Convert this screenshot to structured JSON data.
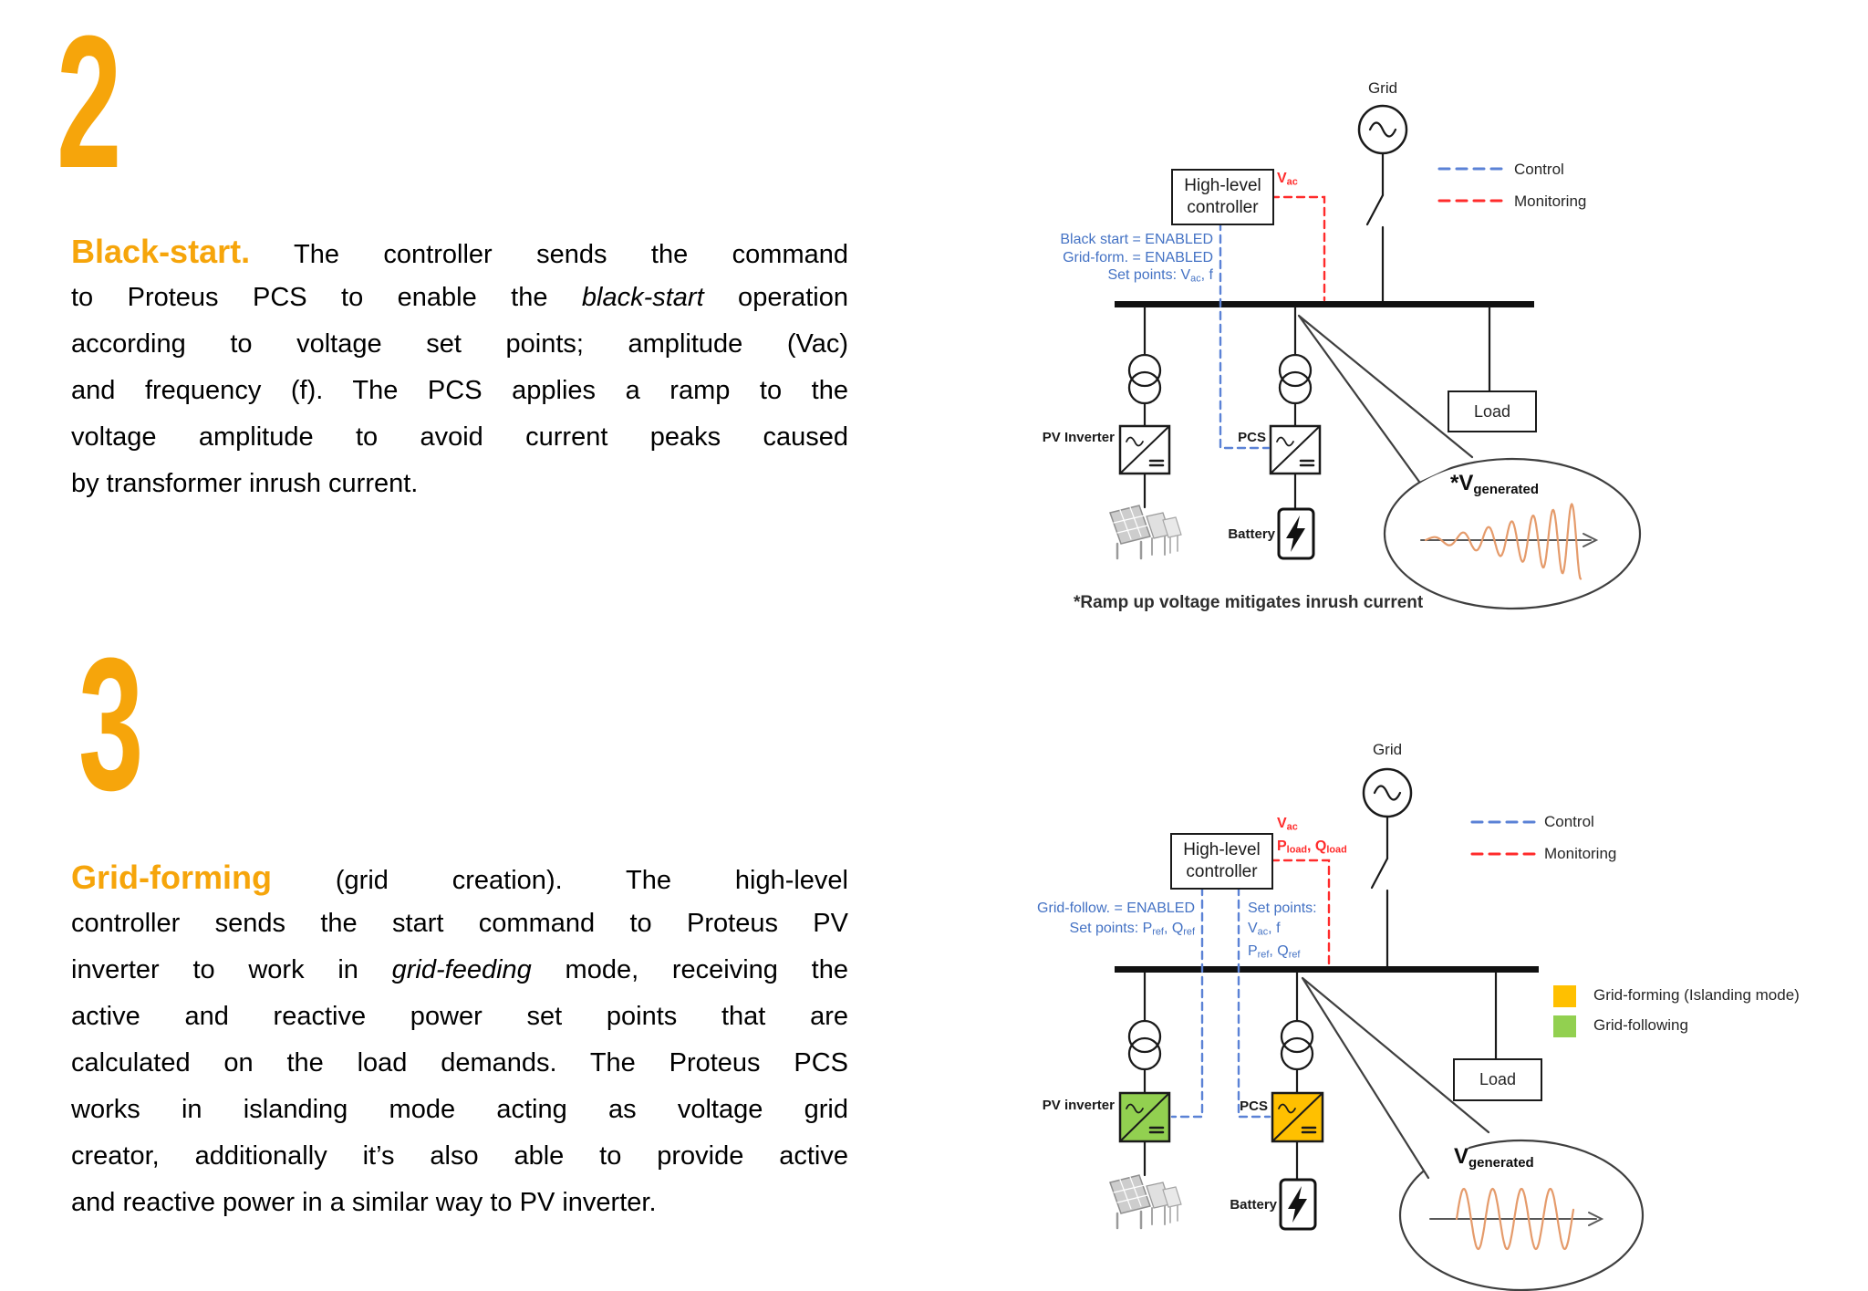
{
  "colors": {
    "accent_orange": "#F6A50B",
    "control_blue": "#4472C4",
    "monitoring_red": "#FF2B2B",
    "grid_forming_orange": "#FFC000",
    "grid_following_green": "#92D050",
    "waveform_orange": "#E59B6B"
  },
  "sections": [
    {
      "number": "2",
      "lines": [
        {
          "parts": [
            {
              "t": "Black-start.",
              "style": "head"
            },
            {
              "t": " The controller sends the command"
            }
          ]
        },
        {
          "parts": [
            {
              "t": "to Proteus PCS to enable the "
            },
            {
              "t": "black-start",
              "style": "i"
            },
            {
              "t": " operation"
            }
          ]
        },
        {
          "parts": [
            {
              "t": "according to voltage set points; amplitude (Vac)"
            }
          ]
        },
        {
          "parts": [
            {
              "t": "and frequency (f). The PCS applies a ramp to the"
            }
          ]
        },
        {
          "parts": [
            {
              "t": "voltage amplitude to avoid current peaks caused"
            }
          ]
        },
        {
          "parts": [
            {
              "t": "by transformer inrush current."
            }
          ],
          "last": true
        }
      ]
    },
    {
      "number": "3",
      "lines": [
        {
          "parts": [
            {
              "t": "Grid-forming",
              "style": "head"
            },
            {
              "t": " (grid creation). The high-level"
            }
          ]
        },
        {
          "parts": [
            {
              "t": "controller sends the start command to Proteus PV"
            }
          ]
        },
        {
          "parts": [
            {
              "t": "inverter to work in "
            },
            {
              "t": "grid-feeding",
              "style": "i"
            },
            {
              "t": " mode, receiving the"
            }
          ]
        },
        {
          "parts": [
            {
              "t": "active and reactive power set points that are"
            }
          ]
        },
        {
          "parts": [
            {
              "t": "calculated on the load demands. The Proteus PCS"
            }
          ]
        },
        {
          "parts": [
            {
              "t": "works in islanding mode acting as voltage grid"
            }
          ]
        },
        {
          "parts": [
            {
              "t": "creator, additionally it’s also able to provide active"
            }
          ]
        },
        {
          "parts": [
            {
              "t": "and reactive power in a similar way to PV inverter."
            }
          ],
          "last": true
        }
      ]
    }
  ],
  "diagram1": {
    "grid_label": "Grid",
    "controller": {
      "line1": "High-level",
      "line2": "controller"
    },
    "monitor_notes": [
      [
        {
          "t": "V"
        },
        {
          "t": "ac",
          "sub": true
        }
      ]
    ],
    "control_notes": [
      [
        {
          "t": "Black start = ENABLED"
        }
      ],
      [
        {
          "t": "Grid-form. = ENABLED"
        }
      ],
      [
        {
          "t": "Set points: V"
        },
        {
          "t": "ac",
          "sub": true
        },
        {
          "t": ", f"
        }
      ]
    ],
    "legend": {
      "control": "Control",
      "monitoring": "Monitoring"
    },
    "pv_label": "PV Inverter",
    "pcs_label": "PCS",
    "battery_label": "Battery",
    "load_label": "Load",
    "callout": {
      "main": "*V",
      "sub": "generated"
    },
    "footnote": "*Ramp up voltage mitigates inrush current"
  },
  "diagram2": {
    "grid_label": "Grid",
    "controller": {
      "line1": "High-level",
      "line2": "controller"
    },
    "monitor_notes": [
      [
        {
          "t": "V"
        },
        {
          "t": "ac",
          "sub": true
        }
      ],
      [
        {
          "t": "P"
        },
        {
          "t": "load",
          "sub": true
        },
        {
          "t": ", Q"
        },
        {
          "t": "load",
          "sub": true
        }
      ]
    ],
    "control_notes_left": [
      [
        {
          "t": "Grid-follow. = ENABLED"
        }
      ],
      [
        {
          "t": "Set points: P"
        },
        {
          "t": "ref",
          "sub": true
        },
        {
          "t": ", Q"
        },
        {
          "t": "ref",
          "sub": true
        }
      ]
    ],
    "control_notes_right": [
      [
        {
          "t": "Set points:"
        }
      ],
      [
        {
          "t": "V"
        },
        {
          "t": "ac",
          "sub": true
        },
        {
          "t": ", f"
        }
      ],
      [
        {
          "t": "P"
        },
        {
          "t": "ref",
          "sub": true
        },
        {
          "t": ", Q"
        },
        {
          "t": "ref",
          "sub": true
        }
      ]
    ],
    "legend": {
      "control": "Control",
      "monitoring": "Monitoring"
    },
    "mode_legend": [
      {
        "color": "#FFC000",
        "label": "Grid-forming (Islanding mode)"
      },
      {
        "color": "#92D050",
        "label": "Grid-following"
      }
    ],
    "pv_label": "PV inverter",
    "pcs_label": "PCS",
    "battery_label": "Battery",
    "load_label": "Load",
    "callout": {
      "main": "V",
      "sub": "generated"
    }
  }
}
